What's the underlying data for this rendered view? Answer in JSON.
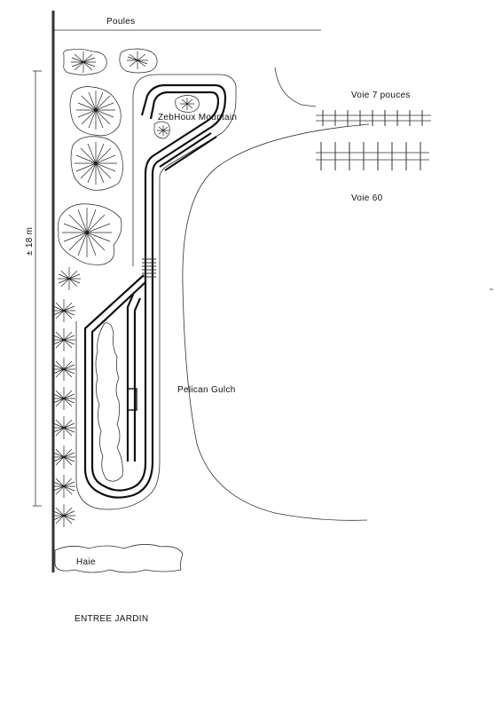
{
  "labels": {
    "poules": "Poules",
    "voie7": "Voie 7 pouces",
    "voie60": "Voie 60",
    "mountain": "ZebHoux Mountain",
    "gulch": "Pelican Gulch",
    "dimension": "± 18 m",
    "haie": "Haie",
    "entree": "ENTREE JARDIN"
  },
  "icons": [
    "tree-icon",
    "track-ties-icon"
  ]
}
